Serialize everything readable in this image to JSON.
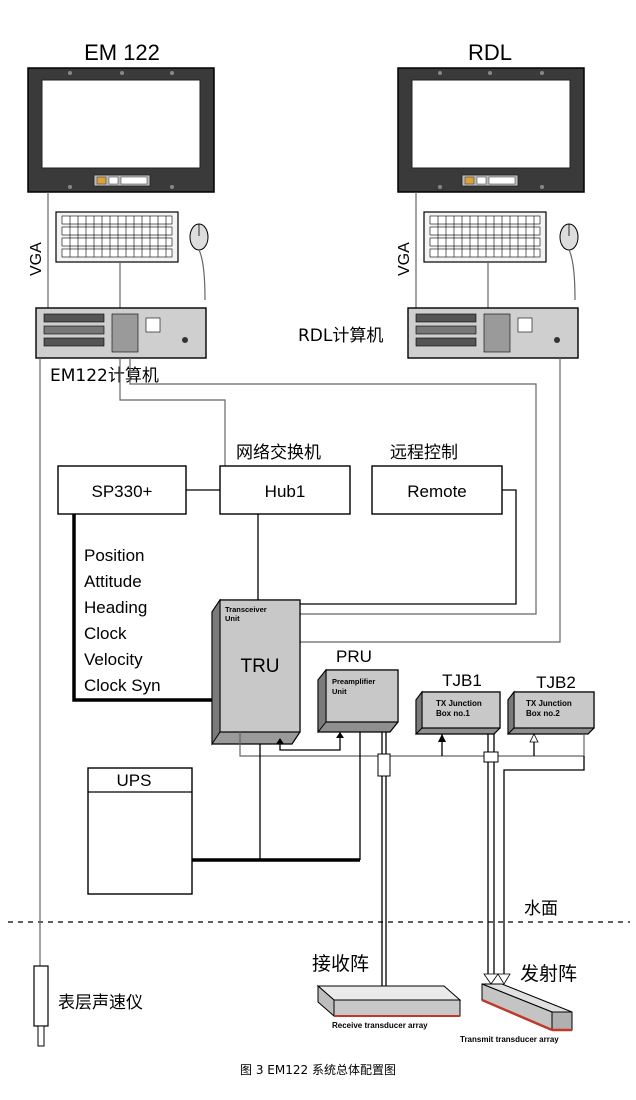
{
  "monitors": {
    "left_label": "EM 122",
    "right_label": "RDL",
    "left_vga": "VGA",
    "right_vga": "VGA"
  },
  "computers": {
    "em122": "EM122计算机",
    "rdl": "RDL计算机"
  },
  "boxes": {
    "sp330": "SP330+",
    "hub": "Hub1",
    "hub_caption": "网络交换机",
    "remote": "Remote",
    "remote_caption": "远程控制",
    "ups": "UPS"
  },
  "signals": [
    "Position",
    "Attitude",
    "Heading",
    "Clock",
    "Velocity",
    "Clock Syn"
  ],
  "units": {
    "tru": "TRU",
    "tru_small_1": "Transceiver",
    "tru_small_2": "Unit",
    "pru_label": "PRU",
    "pru_small_1": "Preamplifier",
    "pru_small_2": "Unit",
    "tjb1_label": "TJB1",
    "tjb1_small_1": "TX Junction",
    "tjb1_small_2": "Box no.1",
    "tjb2_label": "TJB2",
    "tjb2_small_1": "TX Junction",
    "tjb2_small_2": "Box no.2"
  },
  "water": {
    "surface_label": "水面",
    "receive_cn": "接收阵",
    "transmit_cn": "发射阵",
    "receive_en": "Receive transducer array",
    "transmit_en": "Transmit transducer array",
    "svp_label": "表层声速仪"
  },
  "caption": "图 3 EM122 系统总体配置图"
}
